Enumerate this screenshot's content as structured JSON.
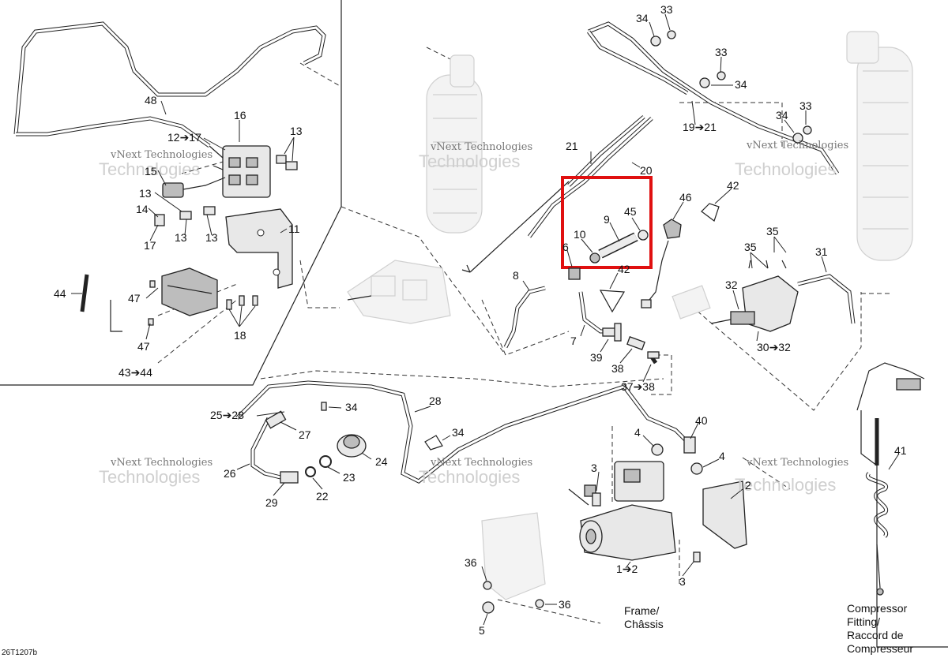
{
  "diagram": {
    "drawing_code": "26T1207b",
    "watermark_small": "vNext Technologies",
    "watermark_large": "Technologies",
    "frame_note": [
      "Frame/",
      "Châssis"
    ],
    "compressor_note": [
      "Compressor",
      "Fitting/",
      "Raccord de",
      "Compresseur"
    ],
    "highlight_color": "#e01010",
    "part_labels": {
      "p48": "48",
      "p16": "16",
      "p12_17": "12➔17",
      "p13a": "13",
      "p15": "15",
      "p13b": "13",
      "p14": "14",
      "p13c": "13",
      "p13d": "13",
      "p17": "17",
      "p11": "11",
      "p44": "44",
      "p47a": "47",
      "p47b": "47",
      "p18": "18",
      "p43_44": "43➔44",
      "p34a": "34",
      "p33a": "33",
      "p33b": "33",
      "p34b": "34",
      "p34c": "34",
      "p33c": "33",
      "p19_21": "19➔21",
      "p21": "21",
      "p20": "20",
      "p46": "46",
      "p42a": "42",
      "p9": "9",
      "p45": "45",
      "p10": "10",
      "p6": "6",
      "p8": "8",
      "p42b": "42",
      "p35a": "35",
      "p35b": "35",
      "p31": "31",
      "p32": "32",
      "p30_32": "30➔32",
      "p7": "7",
      "p39": "39",
      "p38": "38",
      "p37_38": "37➔38",
      "p25_28": "25➔28",
      "p34d": "34",
      "p28": "28",
      "p27": "27",
      "p34e": "34",
      "p24": "24",
      "p26": "26",
      "p23": "23",
      "p22": "22",
      "p29": "29",
      "p40": "40",
      "p4a": "4",
      "p4b": "4",
      "p3a": "3",
      "p2": "2",
      "p1_2": "1➔2",
      "p3b": "3",
      "p36a": "36",
      "p36b": "36",
      "p5": "5",
      "p41": "41"
    }
  }
}
